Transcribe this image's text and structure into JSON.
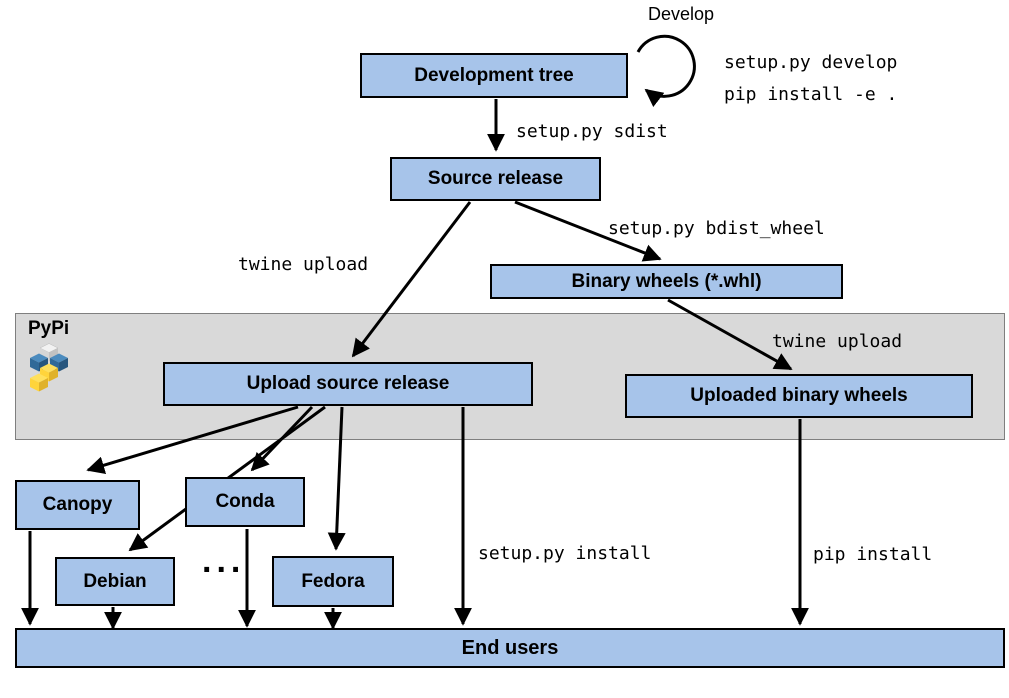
{
  "diagram": {
    "nodes": {
      "development_tree": "Development tree",
      "source_release": "Source release",
      "binary_wheels": "Binary wheels (*.whl)",
      "upload_source_release": "Upload source release",
      "uploaded_binary_wheels": "Uploaded binary wheels",
      "canopy": "Canopy",
      "conda": "Conda",
      "debian": "Debian",
      "fedora": "Fedora",
      "end_users": "End users"
    },
    "labels": {
      "develop": "Develop",
      "develop_cmd_line1": "setup.py develop",
      "develop_cmd_line2": "pip install -e .",
      "sdist": "setup.py sdist",
      "twine_upload_source": "twine upload",
      "bdist_wheel": "setup.py bdist_wheel",
      "twine_upload_wheels": "twine upload",
      "setup_install": "setup.py install",
      "pip_install": "pip install",
      "ellipsis": "...",
      "pypi": "PyPi"
    },
    "colors": {
      "node_fill": "#a7c4ea",
      "node_border": "#000000",
      "band_fill": "#d9d9d9",
      "band_border": "#7f7f7f",
      "arrow": "#000000",
      "pypi_blue": "#3b6e9b",
      "pypi_yellow": "#ffd43b"
    }
  }
}
